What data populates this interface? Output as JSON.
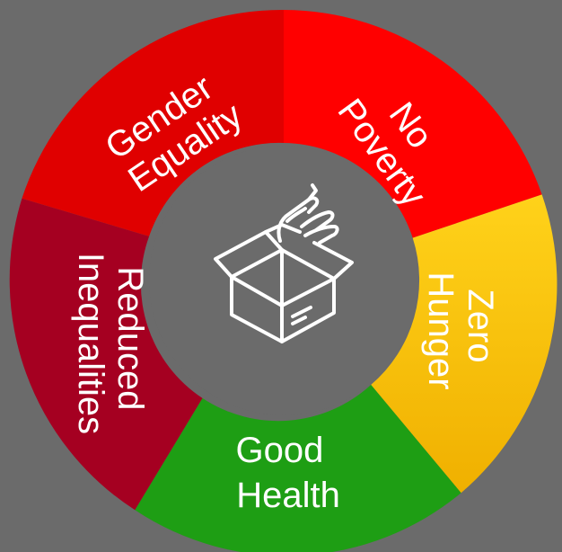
{
  "background_color": "#6b6b6b",
  "center": {
    "icon": "open-box-with-hand-icon",
    "fill_color": "#6b6b6b",
    "icon_color": "#ffffff"
  },
  "segments": [
    {
      "id": "no-poverty",
      "lines": [
        "No",
        "Poverty"
      ],
      "color": "#ff0000"
    },
    {
      "id": "zero-hunger",
      "lines": [
        "Zero",
        "Hunger"
      ],
      "color": "#ffc000"
    },
    {
      "id": "good-health",
      "lines": [
        "Good",
        "Health"
      ],
      "color": "#1e9e14"
    },
    {
      "id": "reduced-inequalities",
      "lines": [
        "Reduced",
        "Inequalities"
      ],
      "color": "#a50021"
    },
    {
      "id": "gender-equality",
      "lines": [
        "Gender",
        "Equality"
      ],
      "color": "#e00000"
    }
  ]
}
